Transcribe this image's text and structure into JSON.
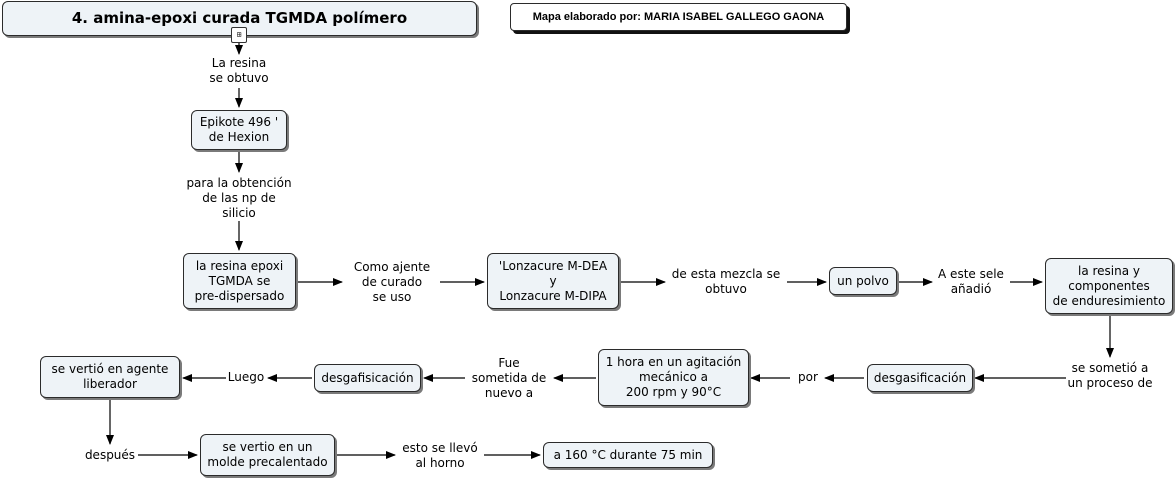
{
  "header": {
    "title": "4. amina-epoxi curada TGMDA polímero",
    "credit": "Mapa elaborado por: MARIA ISABEL GALLEGO GAONA",
    "icon": "concept-map-icon"
  },
  "nodes": {
    "epikote": "Epikote 496 '\nde Hexion",
    "resina_epoxi": "la resina epoxi\nTGMDA se\npre-dispersado",
    "lonzacure": "'Lonzacure M-DEA\ny\nLonzacure M-DIPA",
    "polvo": "un polvo",
    "resina_componentes": "la resina y\ncomponentes\nde enduresimiento",
    "desgasificacion": "desgasificación",
    "agitacion": "1 hora en un agitación\nmecánico a\n200 rpm y 90°C",
    "desgafisicacion": "desgafisicación",
    "agente": "se vertió en agente\nliberador",
    "molde": "se vertio en un\nmolde precalentado",
    "horno": "a 160 °C durante 75 min"
  },
  "links": {
    "obtuvo": "La resina\nse obtuvo",
    "obtencion": "para la obtención\nde las np de\nsilicio",
    "ajente": "Como ajente\nde curado\nse uso",
    "mezcla": "de esta mezcla se\nobtuvo",
    "anadio": "A este sele\nañadió",
    "sometio": "se sometió a\nun proceso de",
    "por": "por",
    "fue": "Fue\nsometida de\nnuevo a",
    "luego": "Luego",
    "despues": "después",
    "llevo": "esto se llevó\nal horno"
  }
}
